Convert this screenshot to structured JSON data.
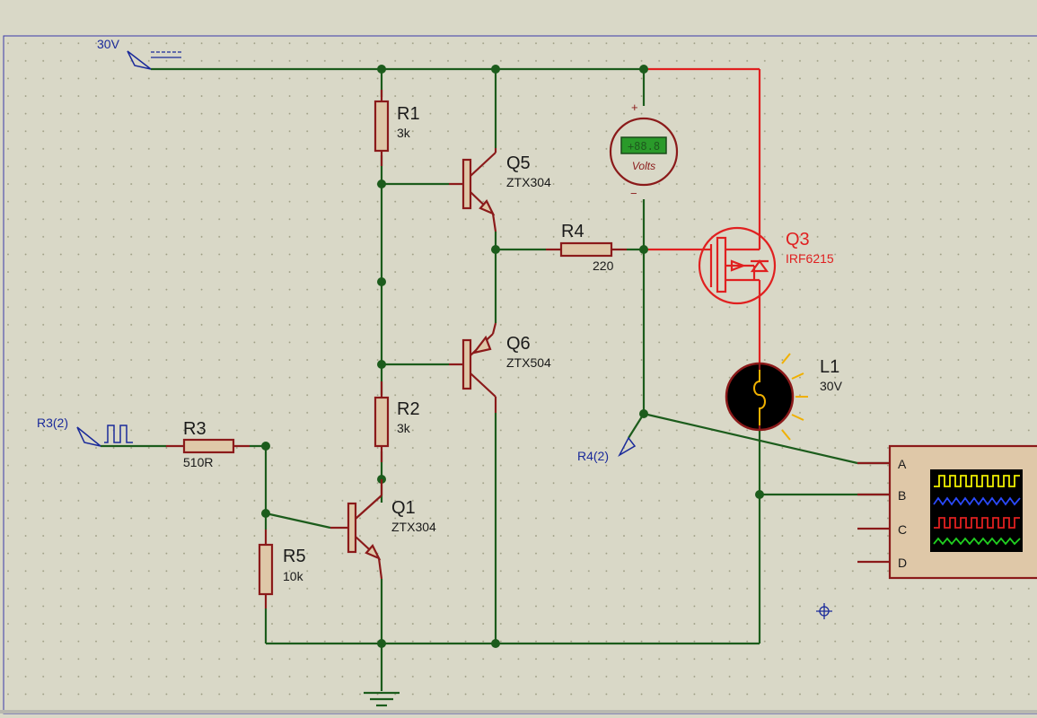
{
  "colors": {
    "background": "#d9d8c7",
    "wire": "#1c5c1c",
    "wire_active": "#e02020",
    "component": "#8b1a1a",
    "resistor_fill": "#dfc8a8",
    "terminal": "#1a2a9a",
    "dot_grid": "#9a9a80"
  },
  "terminals": {
    "supply": "30V",
    "generator": "R3(2)",
    "probe": "R4(2)"
  },
  "components": {
    "r1": {
      "ref": "R1",
      "value": "3k"
    },
    "r2": {
      "ref": "R2",
      "value": "3k"
    },
    "r3": {
      "ref": "R3",
      "value": "510R"
    },
    "r4": {
      "ref": "R4",
      "value": "220"
    },
    "r5": {
      "ref": "R5",
      "value": "10k"
    },
    "q1": {
      "ref": "Q1",
      "value": "ZTX304"
    },
    "q5": {
      "ref": "Q5",
      "value": "ZTX304"
    },
    "q6": {
      "ref": "Q6",
      "value": "ZTX504"
    },
    "q3": {
      "ref": "Q3",
      "value": "IRF6215"
    },
    "l1": {
      "ref": "L1",
      "value": "30V"
    }
  },
  "voltmeter": {
    "display": "+88.8",
    "unit": "Volts",
    "plus": "+",
    "minus": "−"
  },
  "oscilloscope": {
    "channels": [
      "A",
      "B",
      "C",
      "D"
    ],
    "trace_colors": [
      "#f0f000",
      "#2a4aff",
      "#e02020",
      "#20d020"
    ]
  }
}
